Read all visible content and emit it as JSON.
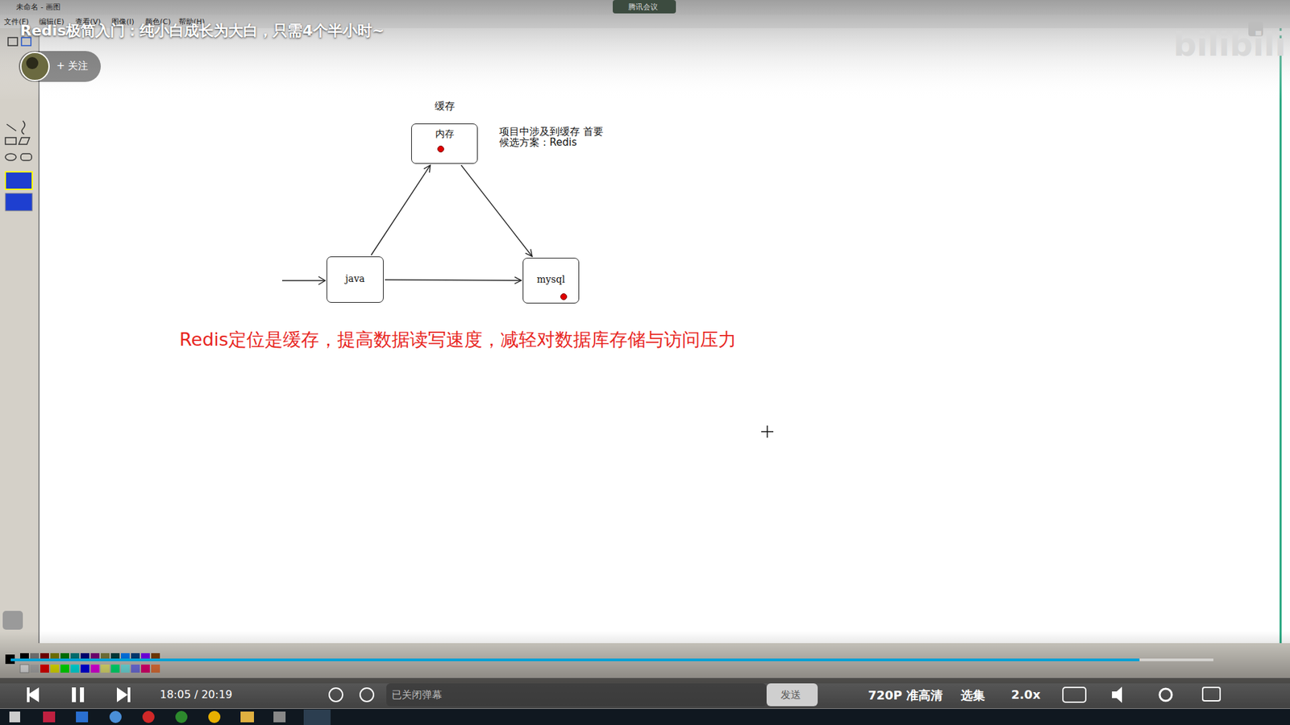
{
  "diagram": {
    "nodes": [
      {
        "text": [
          "缓存",
          "内存"
        ]
      },
      {
        "text": [
          "java"
        ]
      },
      {
        "text": [
          "mysql"
        ]
      }
    ],
    "edges": [
      {
        "from": 1,
        "to": 0,
        "arrow": "to"
      },
      {
        "from": 0,
        "to": 2,
        "arrow": "to"
      },
      {
        "from": 1,
        "to": 2,
        "arrow": "to"
      }
    ],
    "labels": [
      "未命名 - 画图",
      "文件(F)",
      "编辑(E)",
      "查看(V)",
      "图像(I)",
      "颜色(C)",
      "帮助(H)",
      "腾讯会议",
      "Redis极简入门：纯小白成长为大白，只需4个半小时~",
      "+ 关注",
      "bilibili",
      "项目中涉及到缓存 首要候选方案：Redis",
      "Redis定位是缓存，提高数据读写速度，减轻对数据库存储与访问压力",
      "18:05 / 20:19",
      "已关闭弹幕",
      "发送",
      "720P 准高清",
      "选集",
      "2.0x"
    ]
  }
}
